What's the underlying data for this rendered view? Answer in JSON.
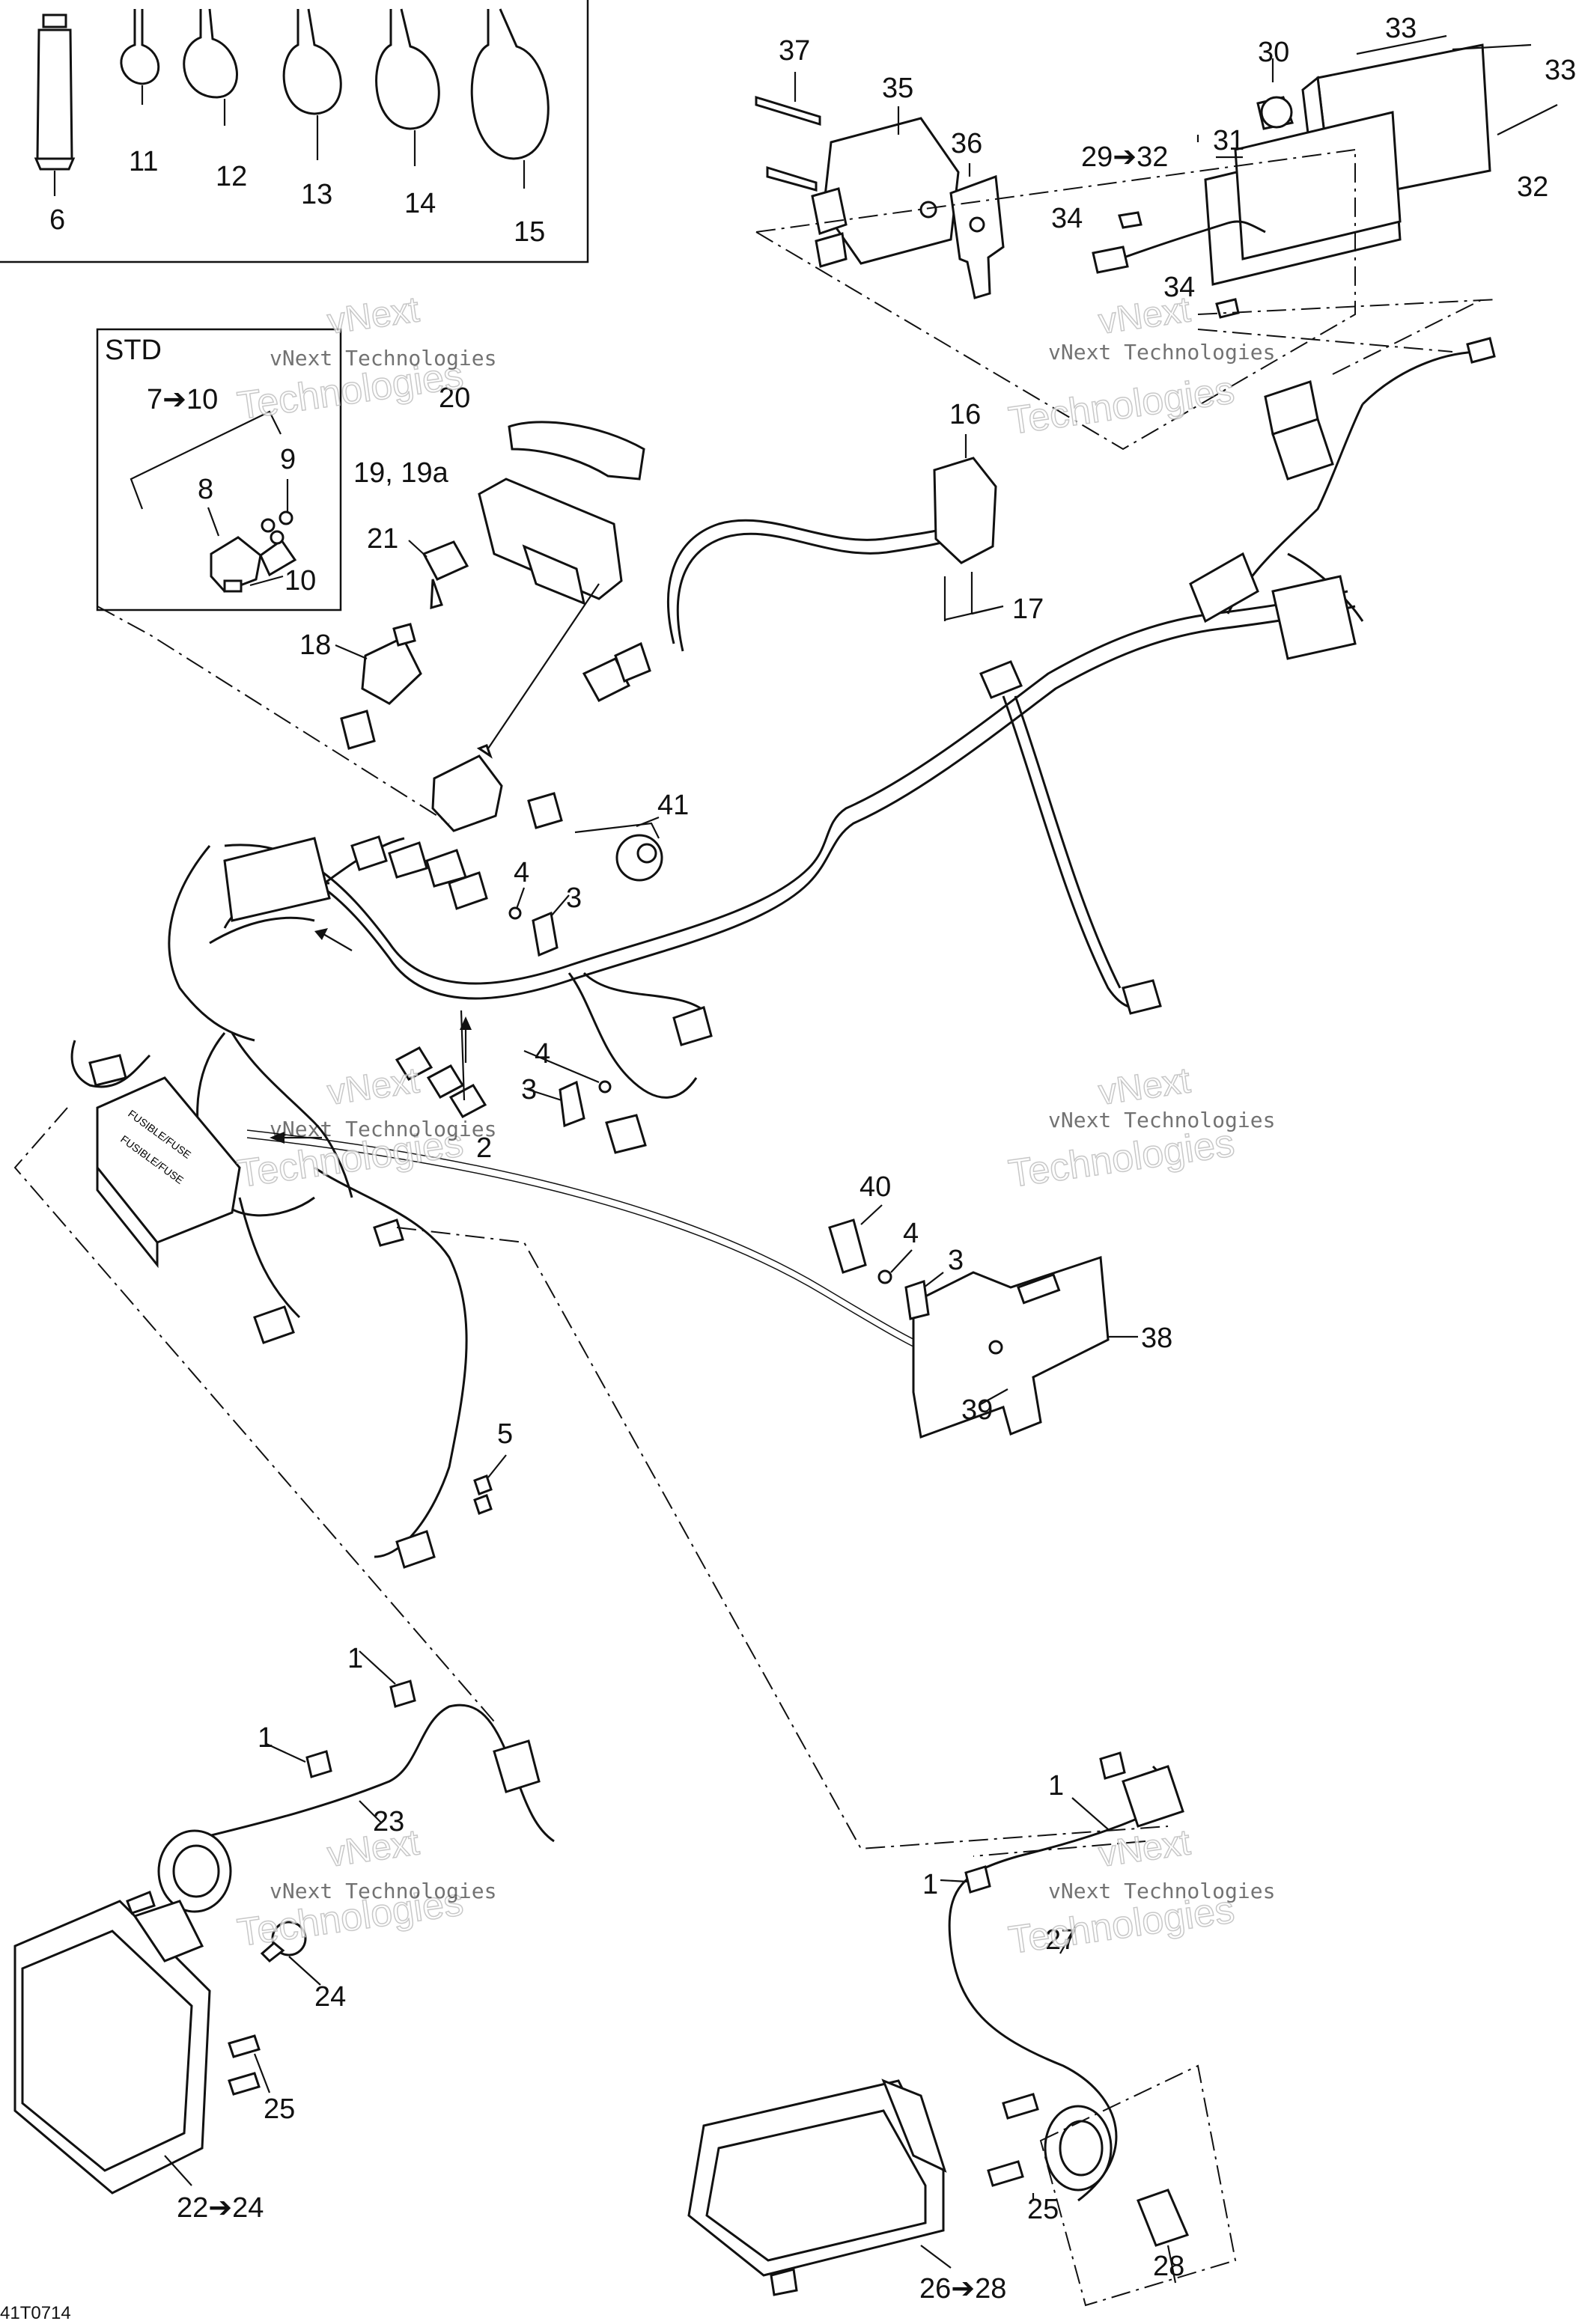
{
  "std_box": {
    "title": "STD"
  },
  "callouts": [
    {
      "id": "c6",
      "text": "6"
    },
    {
      "id": "c11",
      "text": "11"
    },
    {
      "id": "c12",
      "text": "12"
    },
    {
      "id": "c13",
      "text": "13"
    },
    {
      "id": "c14",
      "text": "14"
    },
    {
      "id": "c15",
      "text": "15"
    },
    {
      "id": "c37",
      "text": "37"
    },
    {
      "id": "c35",
      "text": "35"
    },
    {
      "id": "c36",
      "text": "36"
    },
    {
      "id": "c30",
      "text": "30"
    },
    {
      "id": "c33a",
      "text": "33"
    },
    {
      "id": "c33b",
      "text": "33"
    },
    {
      "id": "c2932",
      "text": "29➔32"
    },
    {
      "id": "c31",
      "text": "31"
    },
    {
      "id": "c32",
      "text": "32"
    },
    {
      "id": "c34a",
      "text": "34"
    },
    {
      "id": "c34b",
      "text": "34"
    },
    {
      "id": "c710",
      "text": "7➔10"
    },
    {
      "id": "c9",
      "text": "9"
    },
    {
      "id": "c8",
      "text": "8"
    },
    {
      "id": "c10",
      "text": "10"
    },
    {
      "id": "c20",
      "text": "20"
    },
    {
      "id": "c1919a",
      "text": "19, 19a"
    },
    {
      "id": "c21",
      "text": "21"
    },
    {
      "id": "c18",
      "text": "18"
    },
    {
      "id": "c16",
      "text": "16"
    },
    {
      "id": "c17",
      "text": "17"
    },
    {
      "id": "c41",
      "text": "41"
    },
    {
      "id": "c4a",
      "text": "4"
    },
    {
      "id": "c3a",
      "text": "3"
    },
    {
      "id": "c4b",
      "text": "4"
    },
    {
      "id": "c3b",
      "text": "3"
    },
    {
      "id": "c2",
      "text": "2"
    },
    {
      "id": "c40",
      "text": "40"
    },
    {
      "id": "c4c",
      "text": "4"
    },
    {
      "id": "c3c",
      "text": "3"
    },
    {
      "id": "c38",
      "text": "38"
    },
    {
      "id": "c39",
      "text": "39"
    },
    {
      "id": "c5",
      "text": "5"
    },
    {
      "id": "c1a",
      "text": "1"
    },
    {
      "id": "c1b",
      "text": "1"
    },
    {
      "id": "c23",
      "text": "23"
    },
    {
      "id": "c24",
      "text": "24"
    },
    {
      "id": "c25a",
      "text": "25"
    },
    {
      "id": "c2224",
      "text": "22➔24"
    },
    {
      "id": "c1c",
      "text": "1"
    },
    {
      "id": "c1d",
      "text": "1"
    },
    {
      "id": "c27",
      "text": "27"
    },
    {
      "id": "c25b",
      "text": "25"
    },
    {
      "id": "c28",
      "text": "28"
    },
    {
      "id": "c2628",
      "text": "26➔28"
    }
  ],
  "fuse_box_text": {
    "line1": "FUSIBLE/FUSE",
    "line2": "FUSIBLE/FUSE"
  },
  "watermark": {
    "text": "vNext Technologies",
    "text_a": "vNext",
    "text_b": "Technologies"
  },
  "figure_code": "41T0714"
}
